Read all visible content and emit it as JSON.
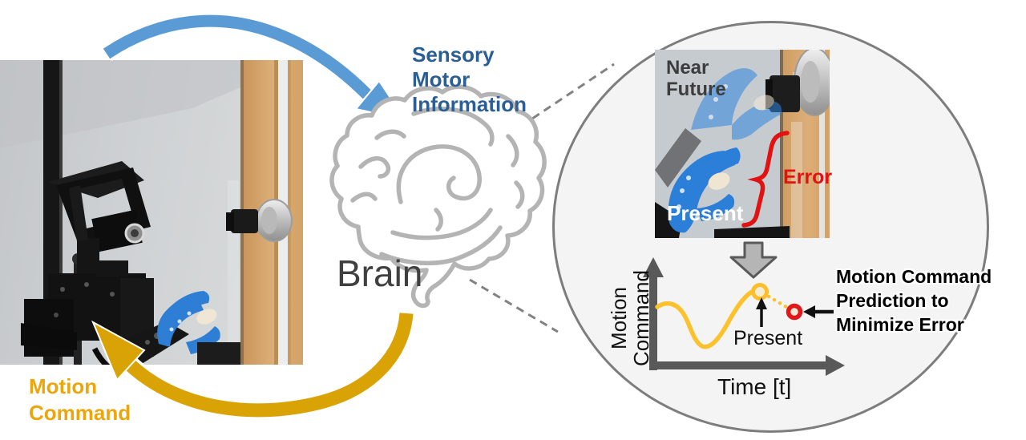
{
  "figure": {
    "left_labels": {
      "sensory_motor": "Sensory\nMotor\nInformation",
      "brain": "Brain",
      "motion_command": "Motion\nCommand"
    },
    "zoom_view": {
      "inset_labels": {
        "near_future": "Near\nFuture",
        "present": "Present",
        "error": "Error"
      },
      "annotation": "Motion Command\nPrediction to\nMinimize Error",
      "chart": {
        "type": "line",
        "ylabel": "Motion\nCommand",
        "xlabel": "Time [t]",
        "present_label": "Present",
        "series": [
          {
            "name": "motion-command-history",
            "x": [
              0.0,
              0.1,
              0.2,
              0.3,
              0.45,
              0.6,
              0.75,
              0.88
            ],
            "y": [
              0.55,
              0.6,
              0.57,
              0.3,
              0.42,
              0.62,
              0.78,
              0.8
            ]
          }
        ],
        "markers": [
          {
            "name": "present-command",
            "x": 0.88,
            "y": 0.8,
            "style": "open-circle-yellow"
          },
          {
            "name": "predicted-command",
            "x": 1.0,
            "y": 0.62,
            "style": "open-circle-red"
          }
        ],
        "axis_ranges": {
          "x": [
            0,
            1.15
          ],
          "y": [
            0,
            1
          ]
        },
        "grid": false,
        "legend": "none"
      }
    },
    "colors": {
      "sensory_blue": "#5b9bd5",
      "sensory_text_blue": "#2b5e95",
      "motion_gold": "#d9a205",
      "motion_text_gold": "#eca60d",
      "curve_yellow": "#fcc22d",
      "error_red": "#e21212",
      "axis_gray": "#595959",
      "brain_gray": "#b4b4b4",
      "circle_fill": "#f4f4f4",
      "circle_border": "#7d7d7d"
    }
  }
}
